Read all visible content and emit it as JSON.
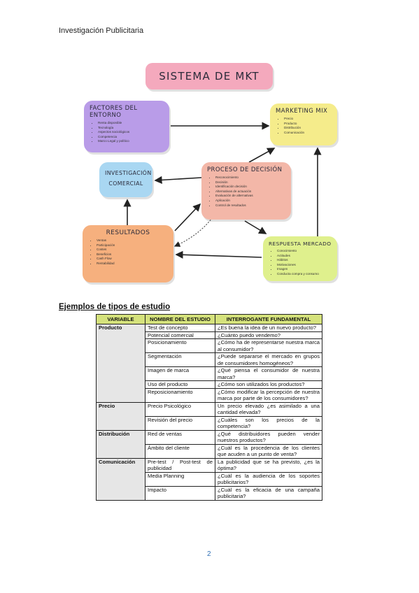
{
  "header": {
    "text": "Investigación Publicitaria"
  },
  "diagram": {
    "title": "SISTEMA DE MKT",
    "factores": {
      "title": "FACTORES DEL ENTORNO",
      "items": [
        "Renta disponible",
        "Tecnología",
        "Aspectos sociológicos",
        "Competencia",
        "Marco Legal y político"
      ]
    },
    "mix": {
      "title": "MARKETING MIX",
      "items": [
        "Precio",
        "Producto",
        "Distribución",
        "Comunicación"
      ]
    },
    "investigacion": {
      "line1": "INVESTIGACIÓN",
      "line2": "COMERCIAL"
    },
    "proceso": {
      "title": "PROCESO DE DECISIÓN",
      "items": [
        "Reconocimiento",
        "Decisión",
        "Identificación decisión",
        "Alternativas de actuación",
        "Evaluación de alternativas",
        "Aplicación",
        "Control de resultados"
      ]
    },
    "resultados": {
      "title": "RESULTADOS",
      "items": [
        "Ventas",
        "Participación",
        "Costes",
        "Beneficios",
        "Cash Flow",
        "Rentabilidad"
      ]
    },
    "respuesta": {
      "title": "RESPUESTA MERCADO",
      "items": [
        "Conocimiento",
        "Actitudes",
        "Hábitos",
        "Motivaciones",
        "Imagen",
        "Conducta compra y consumo"
      ]
    }
  },
  "section": {
    "title": "Ejemplos de tipos de estudio"
  },
  "table": {
    "headers": [
      "VARIABLE",
      "NOMBRE DEL ESTUDIO",
      "INTERROGANTE FUNDAMENTAL"
    ],
    "rows": [
      [
        "Producto",
        "Test de concepto",
        "¿Es buena la idea de un nuevo producto?"
      ],
      [
        "",
        "Potencial comercial",
        "¿Cuánto puedo vendemo?"
      ],
      [
        "",
        "Posicionamiento",
        "¿Cómo ha de representarse nuestra marca al consumidor?"
      ],
      [
        "",
        "Segmentación",
        "¿Puede separarse el mercado en grupos de consumidores homogéneos?"
      ],
      [
        "",
        "Imagen de marca",
        "¿Qué piensa el consumidor de nuestra marca?"
      ],
      [
        "",
        "Uso del producto",
        "¿Cómo son utilizados los productos?"
      ],
      [
        "",
        "Reposicionamiento",
        "¿Cómo modificar la percepción de nuestra marca por parte de los consumidores?"
      ],
      [
        "Precio",
        "Precio Psicológico",
        "Un precio elevado ¿es asimilado a una cantidad elevada?"
      ],
      [
        "",
        "Revisión del precio",
        "¿Cuáles son los precios de la competencia?"
      ],
      [
        "Distribución",
        "Red de ventas",
        "¿Qué distribuidores pueden vender nuestros productos?"
      ],
      [
        "",
        "Ámbito del cliente",
        "¿Cuál es la procedencia de los clientes que acuden a un punto de venta?"
      ],
      [
        "Comunicación",
        "Pre-test / Post-test de publicidad",
        "La publicidad que se ha previsto, ¿es la óptima?"
      ],
      [
        "",
        "Media Planning",
        "¿Cuál es la audiencia de los soportes publicitarios?"
      ],
      [
        "",
        "Impacto",
        "¿Cuál es la eficacia de una campaña publicitaria?"
      ]
    ]
  },
  "footer": {
    "page": "2"
  }
}
